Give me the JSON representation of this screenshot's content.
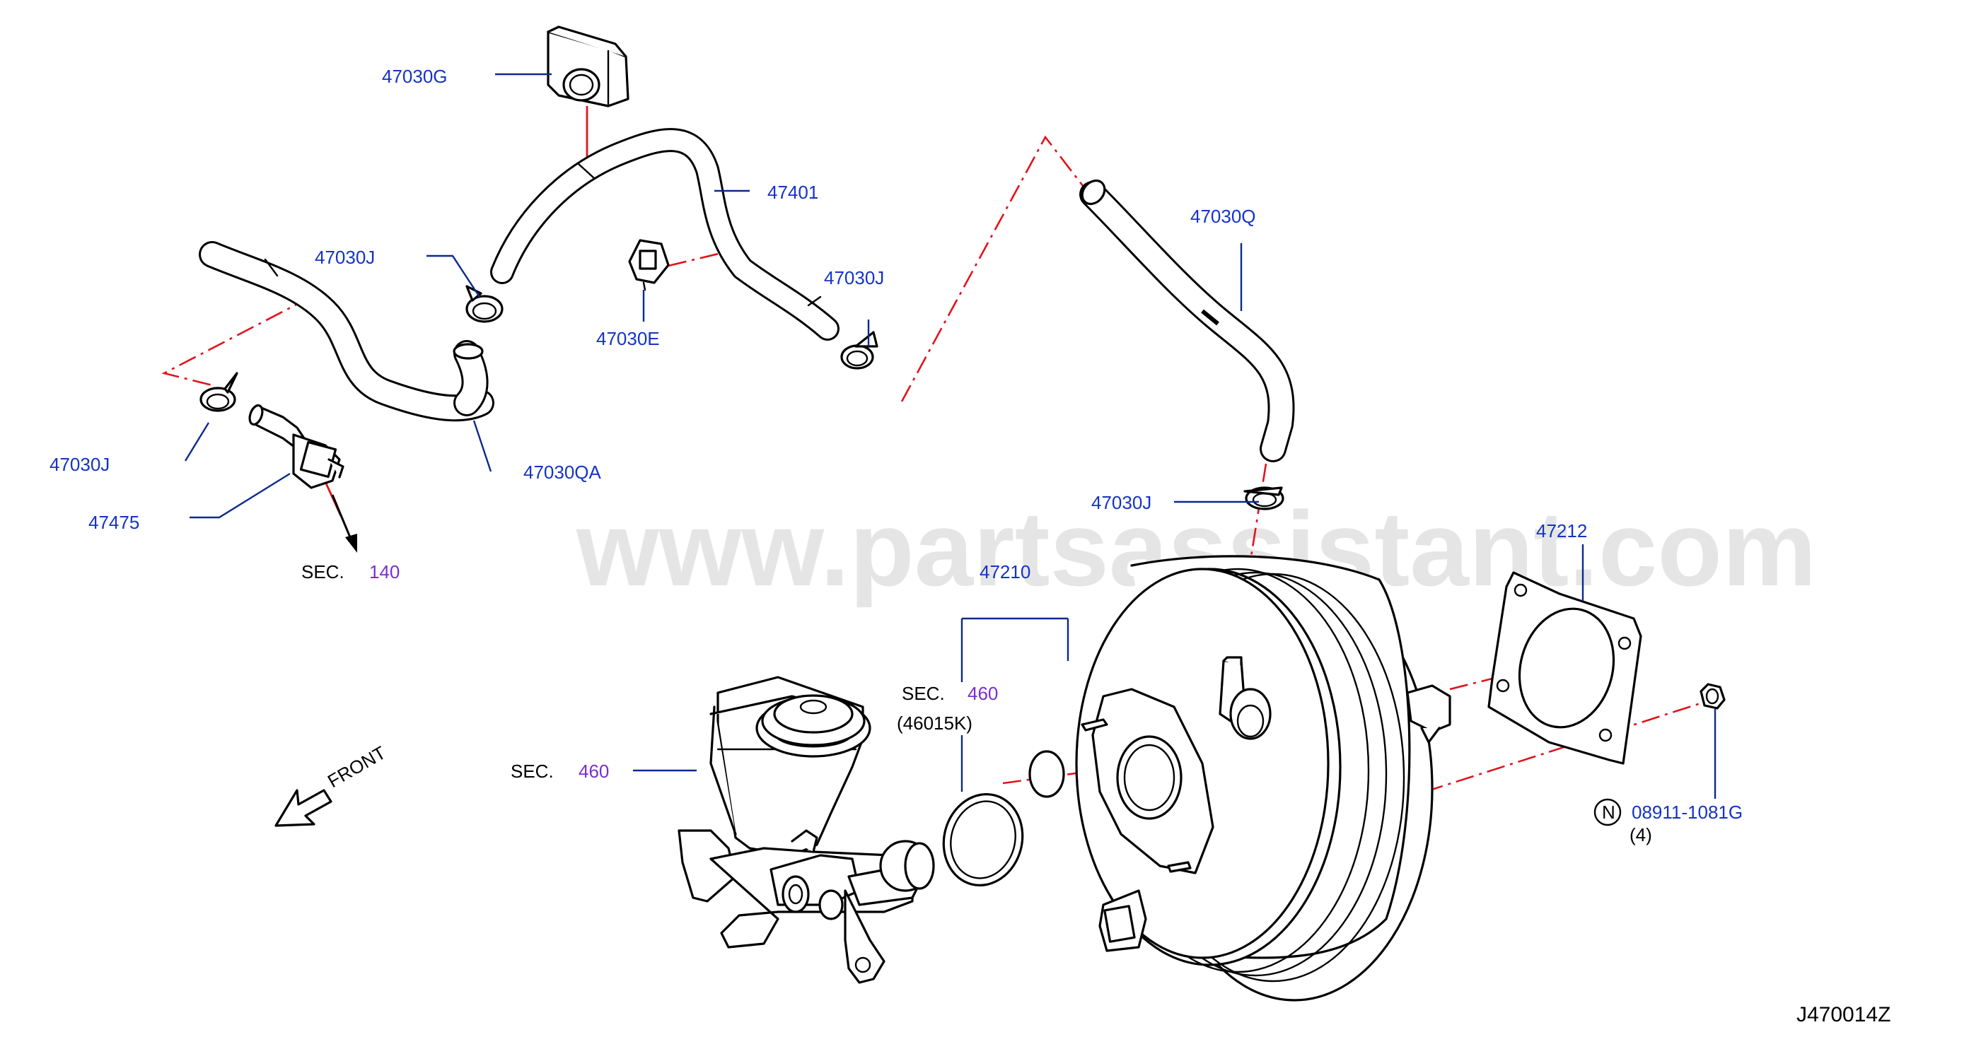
{
  "watermark": "www.partsassistant.com",
  "diagram_code": "J470014Z",
  "front_label": "FRONT",
  "part_labels": {
    "p47030G": "47030G",
    "p47401": "47401",
    "p47030J_a": "47030J",
    "p47030J_b": "47030J",
    "p47030J_c": "47030J",
    "p47030J_d": "47030J",
    "p47030E": "47030E",
    "p47030Q": "47030Q",
    "p47030QA": "47030QA",
    "p47475": "47475",
    "p47210": "47210",
    "p47212": "47212",
    "p46015K": "(46015K)",
    "nut_number": "08911-1081G",
    "nut_qty": "(4)",
    "nut_marker": "N"
  },
  "section_refs": [
    {
      "prefix": "SEC.",
      "number": "140"
    },
    {
      "prefix": "SEC.",
      "number": "460"
    },
    {
      "prefix": "SEC.",
      "number": "460"
    }
  ]
}
